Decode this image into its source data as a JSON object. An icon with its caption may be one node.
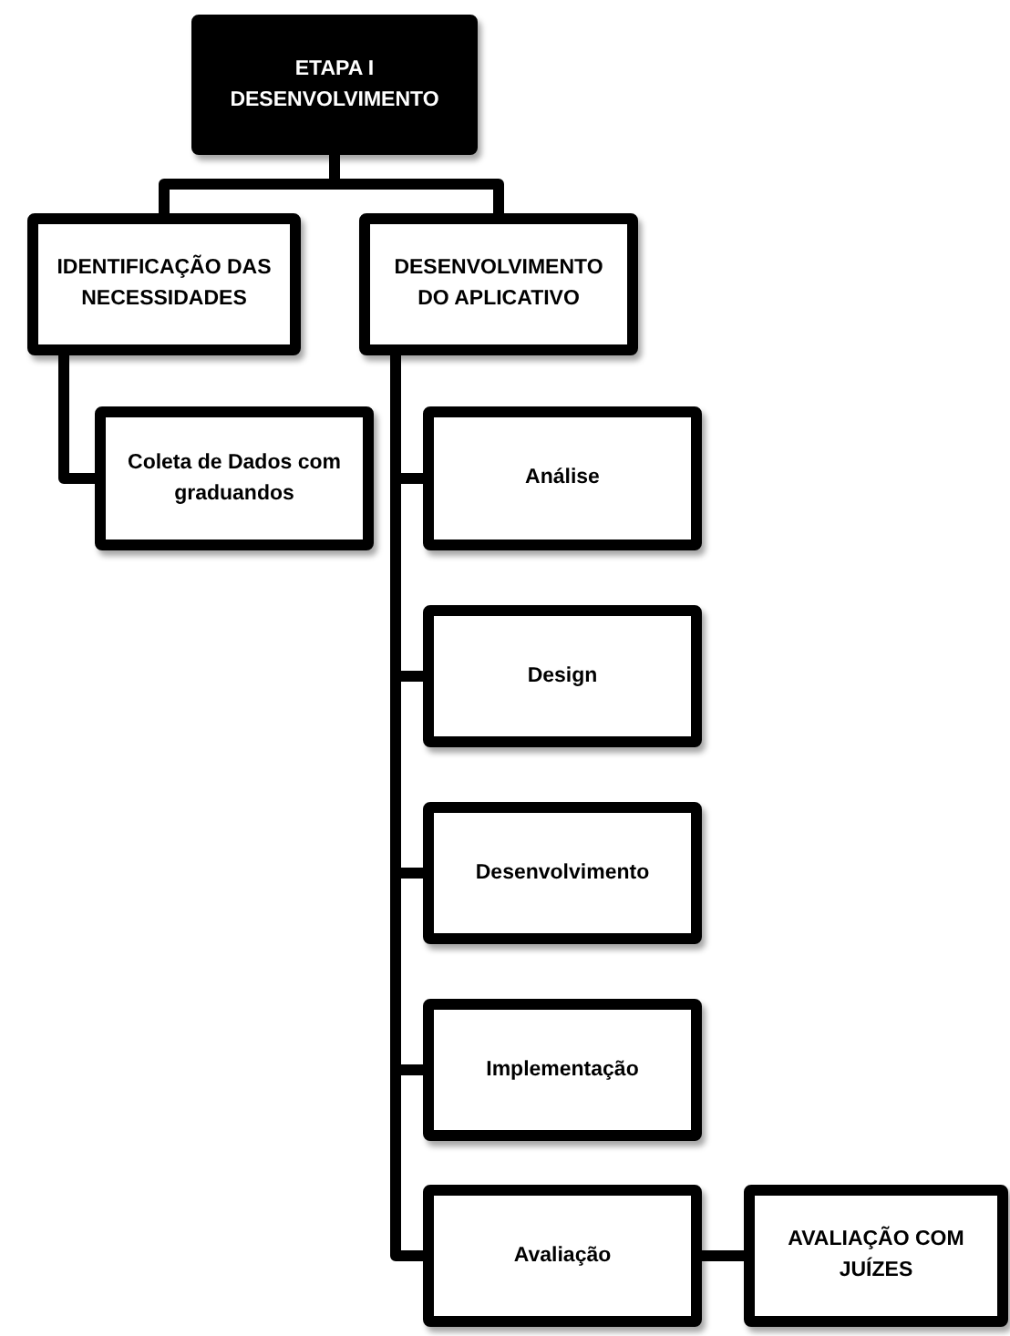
{
  "diagram": {
    "nodes": [
      {
        "text": [
          "ETAPA I DESENVOLVIMENTO"
        ]
      },
      {
        "text": [
          "IDENTIFICAÇÃO DAS NECESSIDADES"
        ]
      },
      {
        "text": [
          "DESENVOLVIMENTO DO APLICATIVO"
        ]
      },
      {
        "text": [
          "Coleta de Dados com graduandos"
        ]
      },
      {
        "text": [
          "Análise"
        ]
      },
      {
        "text": [
          "Design"
        ]
      },
      {
        "text": [
          "Desenvolvimento"
        ]
      },
      {
        "text": [
          "Implementação"
        ]
      },
      {
        "text": [
          "Avaliação"
        ]
      },
      {
        "text": [
          "AVALIAÇÃO COM JUÍZES"
        ]
      }
    ],
    "edges": [
      {
        "from": 0,
        "to": 1,
        "arrow": "none"
      },
      {
        "from": 0,
        "to": 2,
        "arrow": "none"
      },
      {
        "from": 1,
        "to": 3,
        "arrow": "none"
      },
      {
        "from": 2,
        "to": 4,
        "arrow": "none"
      },
      {
        "from": 2,
        "to": 5,
        "arrow": "none"
      },
      {
        "from": 2,
        "to": 6,
        "arrow": "none"
      },
      {
        "from": 2,
        "to": 7,
        "arrow": "none"
      },
      {
        "from": 2,
        "to": 8,
        "arrow": "none"
      },
      {
        "from": 8,
        "to": 9,
        "arrow": "none"
      }
    ]
  }
}
